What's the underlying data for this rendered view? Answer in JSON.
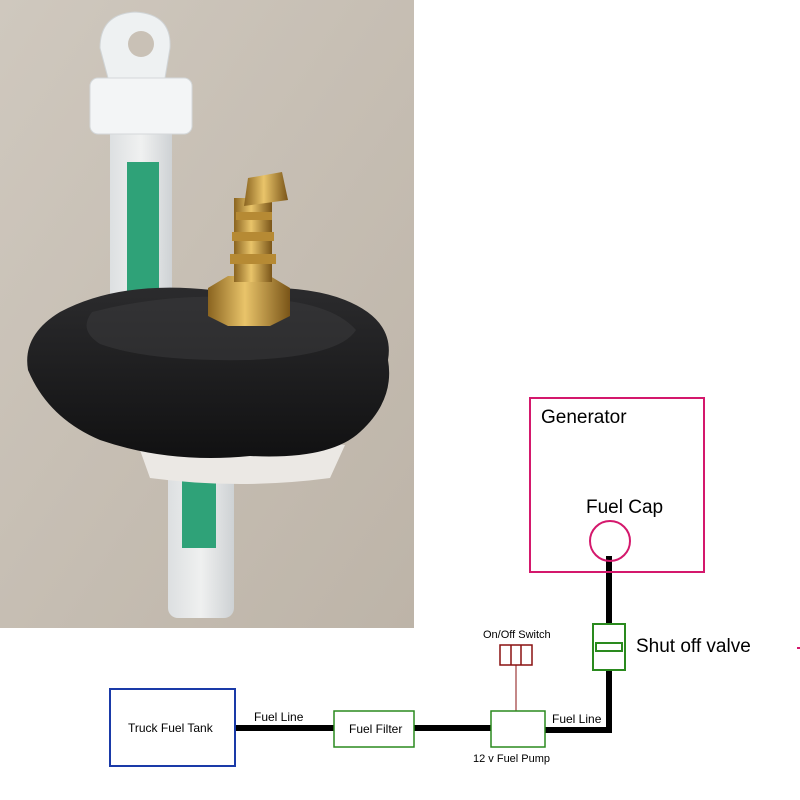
{
  "photo": {
    "subject": "fuel-cap-with-vent-and-barb-fitting",
    "colors": {
      "wall": "#c9c1b6",
      "cap": "#1b1b1c",
      "brass": "#c9a24a",
      "filter_media": "#2fa278",
      "tube": "#e8ecef"
    }
  },
  "diagram": {
    "generator": {
      "label": "Generator",
      "color": "#d4186c"
    },
    "fuel_cap": {
      "label": "Fuel Cap",
      "color": "#d4186c"
    },
    "shutoff_valve": {
      "label": "Shut off valve",
      "color": "#2a8a1e"
    },
    "switch": {
      "label": "On/Off Switch",
      "color": "#8a1111"
    },
    "pump": {
      "label": "12 v Fuel Pump",
      "color": "#2a8a1e"
    },
    "filter": {
      "label": "Fuel Filter",
      "color": "#2a8a1e"
    },
    "tank": {
      "label": "Truck Fuel Tank",
      "color": "#1a3aa8"
    },
    "fuel_line_left": {
      "label": "Fuel Line"
    },
    "fuel_line_right": {
      "label": "Fuel Line"
    },
    "line_color": "#000000"
  }
}
